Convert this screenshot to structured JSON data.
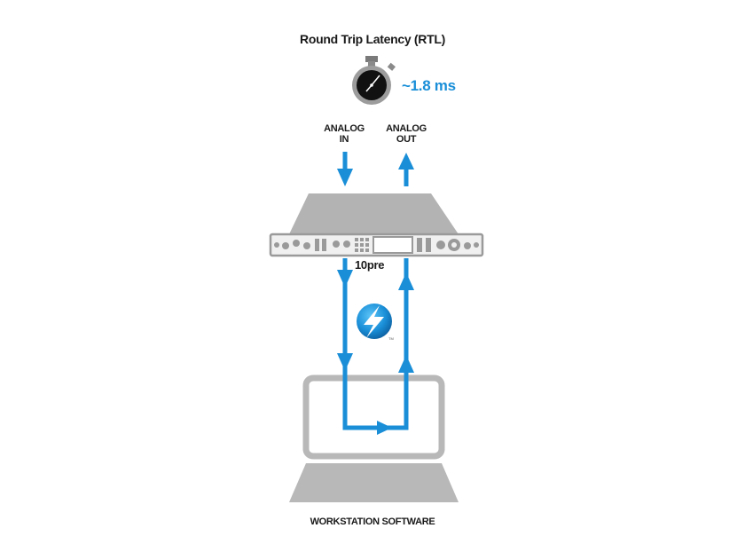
{
  "diagram": {
    "title": "Round Trip Latency (RTL)",
    "latency_value": "~1.8 ms",
    "input_label_line1": "ANALOG",
    "input_label_line2": "IN",
    "output_label_line1": "ANALOG",
    "output_label_line2": "OUT",
    "device_label": "10pre",
    "computer_label": "WORKSTATION SOFTWARE",
    "connection_mark": "TM"
  },
  "colors": {
    "signal_blue": "#1a8fd8",
    "device_gray": "#b3b3b3",
    "laptop_gray": "#b8b8b8",
    "text_dark": "#1a1a1a"
  },
  "icons": {
    "timer": "stopwatch-icon",
    "connection": "thunderbolt-icon"
  }
}
